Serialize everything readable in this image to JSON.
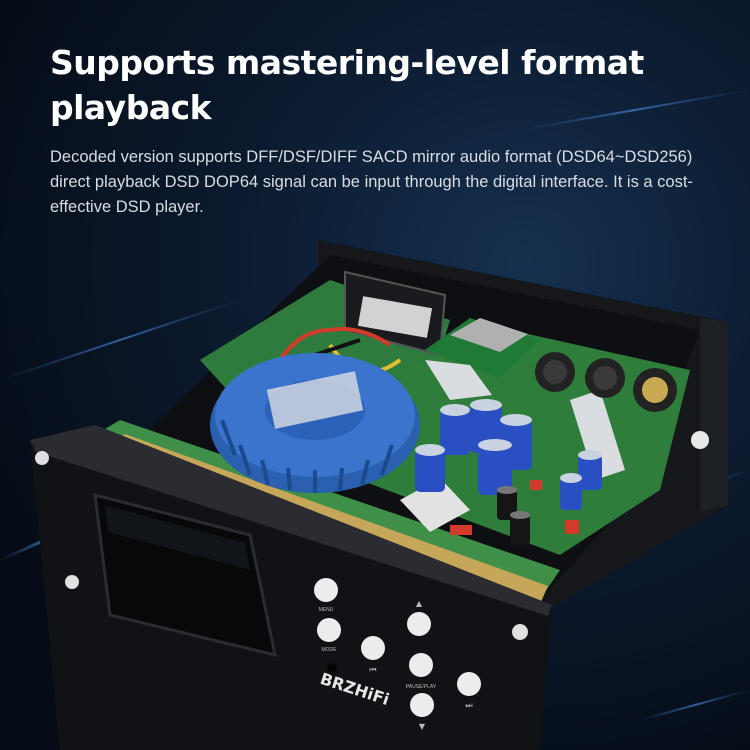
{
  "headline": "Supports mastering-level format playback",
  "description": "Decoded version supports DFF/DSF/DIFF SACD mirror audio format (DSD64~DSD256) direct playback DSD DOP64 signal can be input through the digital interface. It is a cost-effective DSD player.",
  "device": {
    "brand_logo": "BRZHiFi",
    "button_labels": {
      "menu": "MENU",
      "mode": "MODE",
      "pause_play": "PAUSE/PLAY"
    },
    "icons": [
      "prev-track-icon",
      "next-track-icon",
      "up-arrow-icon",
      "down-arrow-icon"
    ]
  },
  "colors": {
    "background": "#0b1a2e",
    "headline": "#ffffff",
    "body_text": "#d9dde3",
    "chassis": "#111215",
    "pcb": "#2f7a3d",
    "transformer": "#2c63b8",
    "capacitor": "#2a4fc2"
  }
}
